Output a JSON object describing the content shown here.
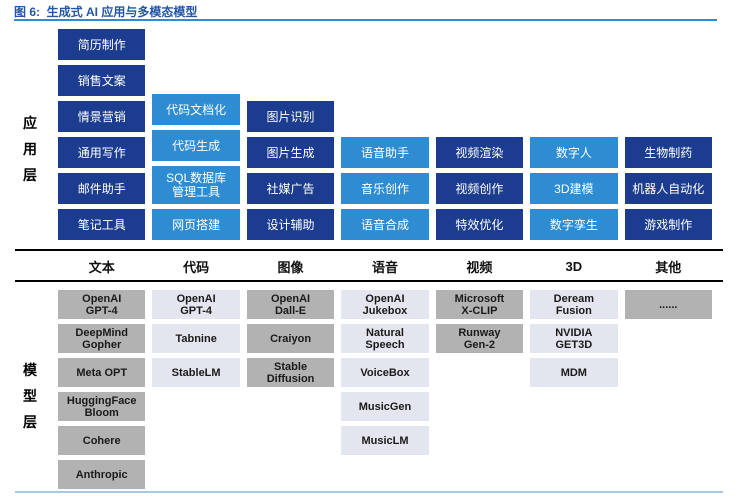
{
  "title": "图 6:  生成式 AI 应用与多模态模型",
  "colors": {
    "title_blue": "#2456A4",
    "dark_blue": "#1C3D8F",
    "light_blue": "#2E8CD2",
    "dark_gray": "#B2B2B2",
    "light_gray": "#E3E6EF",
    "pale_blue": "#A9C7E8"
  },
  "app_layer": {
    "label": "应用层",
    "columns": [
      {
        "tone": "dark",
        "items": [
          "简历制作",
          "销售文案",
          "情景营销",
          "通用写作",
          "邮件助手",
          "笔记工具"
        ]
      },
      {
        "tone": "light",
        "items": [
          "代码文档化",
          "代码生成",
          "SQL数据库\n管理工具",
          "网页搭建"
        ]
      },
      {
        "tone": "dark",
        "items": [
          "图片识别",
          "图片生成",
          "社媒广告",
          "设计辅助"
        ]
      },
      {
        "tone": "light",
        "items": [
          "语音助手",
          "音乐创作",
          "语音合成"
        ]
      },
      {
        "tone": "dark",
        "items": [
          "视频渲染",
          "视频创作",
          "特效优化"
        ]
      },
      {
        "tone": "light",
        "items": [
          "数字人",
          "3D建模",
          "数字孪生"
        ]
      },
      {
        "tone": "dark",
        "items": [
          "生物制药",
          "机器人自动化",
          "游戏制作"
        ]
      }
    ]
  },
  "categories": [
    "文本",
    "代码",
    "图像",
    "语音",
    "视频",
    "3D",
    "其他"
  ],
  "model_layer": {
    "label": "模型层",
    "columns": [
      {
        "tone": "dark",
        "items": [
          "OpenAI\nGPT-4",
          "DeepMind\nGopher",
          "Meta OPT",
          "HuggingFace\nBloom",
          "Cohere",
          "Anthropic"
        ]
      },
      {
        "tone": "light",
        "items": [
          "OpenAI\nGPT-4",
          "Tabnine",
          "StableLM"
        ]
      },
      {
        "tone": "dark",
        "items": [
          "OpenAI\nDall-E",
          "Craiyon",
          "Stable\nDiffusion"
        ]
      },
      {
        "tone": "light",
        "items": [
          "OpenAI\nJukebox",
          "Natural\nSpeech",
          "VoiceBox",
          "MusicGen",
          "MusicLM"
        ]
      },
      {
        "tone": "dark",
        "items": [
          "Microsoft\nX-CLIP",
          "Runway\nGen-2"
        ]
      },
      {
        "tone": "light",
        "items": [
          "Deream\nFusion",
          "NVIDIA\nGET3D",
          "MDM"
        ]
      },
      {
        "tone": "dark",
        "items": [
          "......"
        ]
      }
    ]
  }
}
